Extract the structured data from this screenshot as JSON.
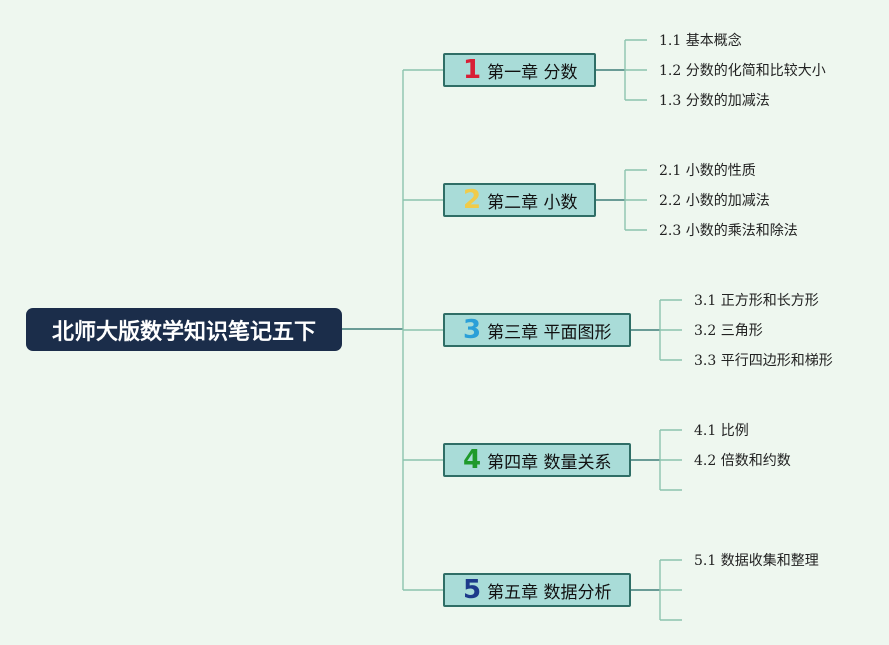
{
  "root": {
    "title": "北师大版数学知识笔记五下"
  },
  "chapters": [
    {
      "num": "1",
      "num_color": "#d81f36",
      "title": "第一章 分数",
      "sections": [
        "1.1 基本概念",
        "1.2 分数的化简和比较大小",
        "1.3 分数的加减法"
      ]
    },
    {
      "num": "2",
      "num_color": "#f0cb4a",
      "title": "第二章 小数",
      "sections": [
        "2.1 小数的性质",
        "2.2 小数的加减法",
        "2.3 小数的乘法和除法"
      ]
    },
    {
      "num": "3",
      "num_color": "#2a9fd8",
      "title": "第三章 平面图形",
      "sections": [
        "3.1 正方形和长方形",
        "3.2 三角形",
        "3.3 平行四边形和梯形"
      ]
    },
    {
      "num": "4",
      "num_color": "#1f9a2b",
      "title": "第四章 数量关系",
      "sections": [
        "4.1 比例",
        "4.2 倍数和约数",
        ""
      ]
    },
    {
      "num": "5",
      "num_color": "#1d3a8a",
      "title": "第五章 数据分析",
      "sections": [
        "5.1 数据收集和整理",
        "",
        ""
      ]
    }
  ],
  "colors": {
    "line": "#8cc4ae",
    "root_line": "#3f7f79"
  }
}
